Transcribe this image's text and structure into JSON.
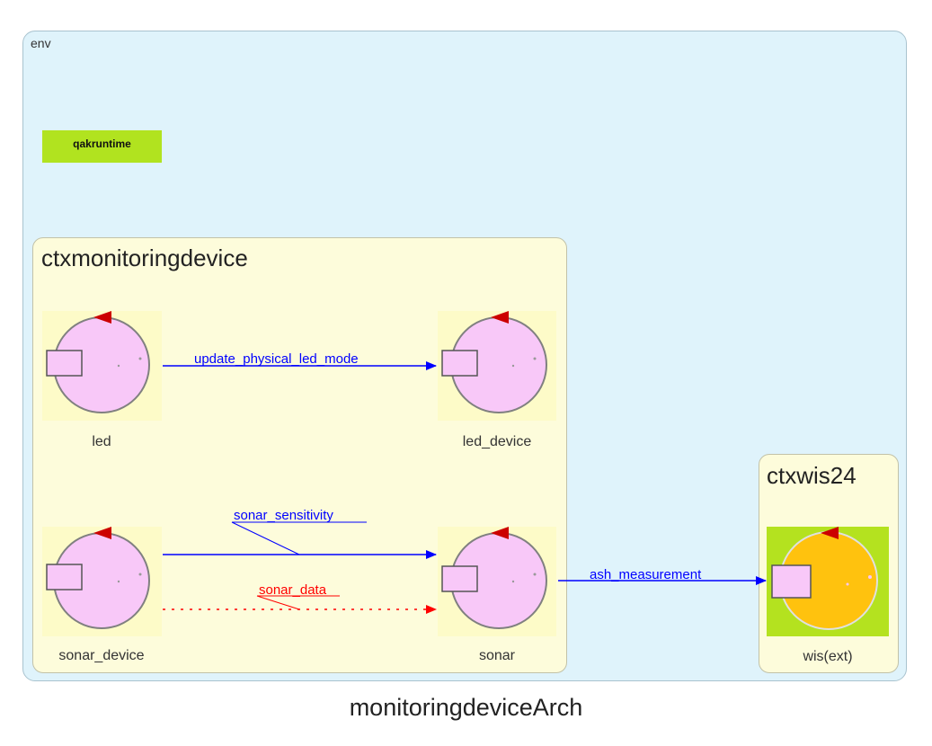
{
  "env": {
    "label": "env"
  },
  "runtime": {
    "label": "qakruntime"
  },
  "contexts": [
    {
      "title": "ctxmonitoringdevice"
    },
    {
      "title": "ctxwis24"
    }
  ],
  "actors": {
    "led": "led",
    "led_device": "led_device",
    "sonar_device": "sonar_device",
    "sonar": "sonar",
    "wis": "wis(ext)"
  },
  "messages": {
    "update_led": "update_physical_led_mode",
    "sonar_sensitivity": "sonar_sensitivity",
    "sonar_data": "sonar_data",
    "ash_measurement": "ash_measurement"
  },
  "colors": {
    "dispatch": "#0000ff",
    "event": "#ff0000",
    "actor_fill": "#f8c8f8",
    "ext_fill": "#ffc20e",
    "ext_bg": "#b4e21f"
  },
  "title": "monitoringdeviceArch"
}
